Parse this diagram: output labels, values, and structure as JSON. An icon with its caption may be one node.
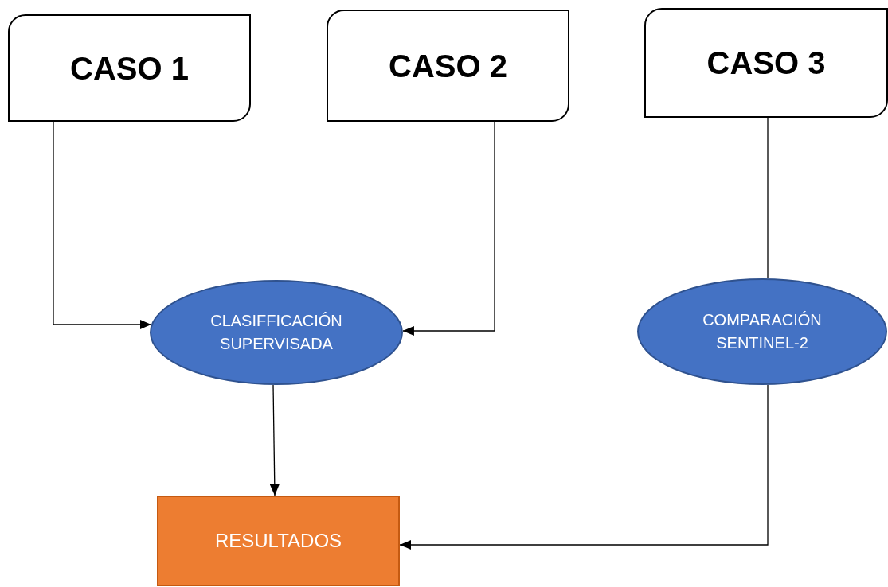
{
  "diagram": {
    "nodes": [
      {
        "text": [
          "CASO 1"
        ]
      },
      {
        "text": [
          "CASO 2"
        ]
      },
      {
        "text": [
          "CASO 3"
        ]
      },
      {
        "text": [
          "CLASIFFICACIÓN SUPERVISADA"
        ]
      },
      {
        "text": [
          "COMPARACIÓN SENTINEL-2"
        ]
      },
      {
        "text": [
          "RESULTADOS"
        ]
      }
    ],
    "edges": [
      {
        "from": 0,
        "to": 3,
        "arrow": "to"
      },
      {
        "from": 1,
        "to": 3,
        "arrow": "to"
      },
      {
        "from": 2,
        "to": 4,
        "arrow": "none"
      },
      {
        "from": 3,
        "to": 5,
        "arrow": "to"
      },
      {
        "from": 4,
        "to": 5,
        "arrow": "to"
      }
    ]
  }
}
